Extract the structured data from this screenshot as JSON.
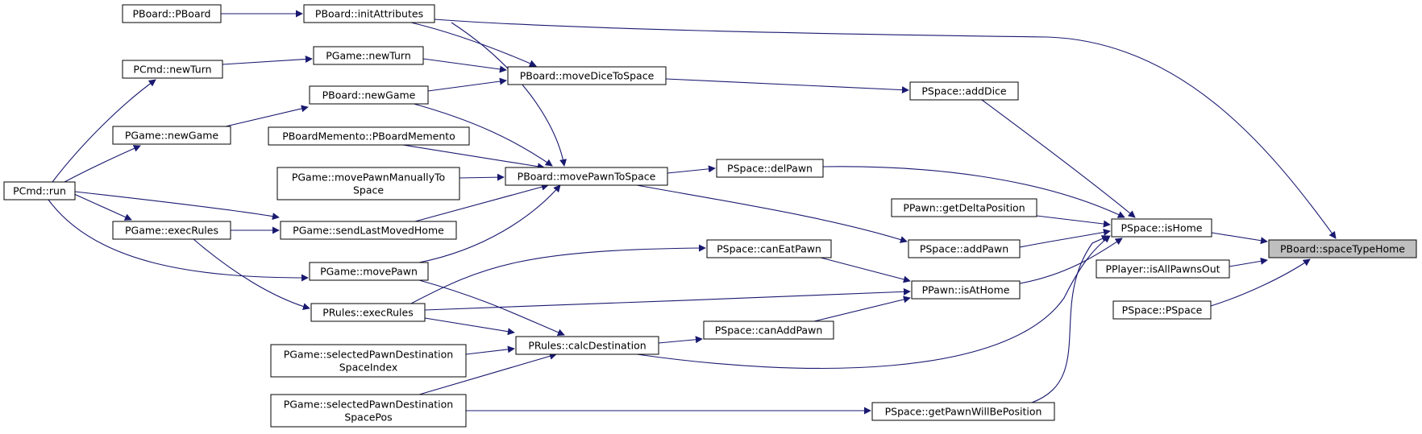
{
  "graph": {
    "edge_color": "#191970",
    "focus_fill": "#bfbfbf",
    "nodes": [
      {
        "id": "spaceTypeHome",
        "lines": [
          "PBoard::spaceTypeHome"
        ],
        "focus": true
      },
      {
        "id": "isHome",
        "lines": [
          "PSpace::isHome"
        ]
      },
      {
        "id": "isAllPawnsOut",
        "lines": [
          "PPlayer::isAllPawnsOut"
        ]
      },
      {
        "id": "pspace",
        "lines": [
          "PSpace::PSpace"
        ]
      },
      {
        "id": "initAttributes",
        "lines": [
          "PBoard::initAttributes"
        ]
      },
      {
        "id": "pboard",
        "lines": [
          "PBoard::PBoard"
        ]
      },
      {
        "id": "addDice",
        "lines": [
          "PSpace::addDice"
        ]
      },
      {
        "id": "delPawn",
        "lines": [
          "PSpace::delPawn"
        ]
      },
      {
        "id": "getDeltaPosition",
        "lines": [
          "PPawn::getDeltaPosition"
        ]
      },
      {
        "id": "addPawn",
        "lines": [
          "PSpace::addPawn"
        ]
      },
      {
        "id": "isAtHome",
        "lines": [
          "PPawn::isAtHome"
        ]
      },
      {
        "id": "getPawnWillBePosition",
        "lines": [
          "PSpace::getPawnWillBePosition"
        ]
      },
      {
        "id": "moveDiceToSpace",
        "lines": [
          "PBoard::moveDiceToSpace"
        ]
      },
      {
        "id": "movePawnToSpace",
        "lines": [
          "PBoard::movePawnToSpace"
        ]
      },
      {
        "id": "canEatPawn",
        "lines": [
          "PSpace::canEatPawn"
        ]
      },
      {
        "id": "canAddPawn",
        "lines": [
          "PSpace::canAddPawn"
        ]
      },
      {
        "id": "calcDestination",
        "lines": [
          "PRules::calcDestination"
        ]
      },
      {
        "id": "pgameNewTurn",
        "lines": [
          "PGame::newTurn"
        ]
      },
      {
        "id": "pboardNewGame",
        "lines": [
          "PBoard::newGame"
        ]
      },
      {
        "id": "memento",
        "lines": [
          "PBoardMemento::PBoardMemento"
        ]
      },
      {
        "id": "movePawnManually",
        "lines": [
          "PGame::movePawnManuallyTo",
          "Space"
        ]
      },
      {
        "id": "sendLastMovedHome",
        "lines": [
          "PGame::sendLastMovedHome"
        ]
      },
      {
        "id": "movePawn",
        "lines": [
          "PGame::movePawn"
        ]
      },
      {
        "id": "rulesExecRules",
        "lines": [
          "PRules::execRules"
        ]
      },
      {
        "id": "selIndex",
        "lines": [
          "PGame::selectedPawnDestination",
          "SpaceIndex"
        ]
      },
      {
        "id": "selPos",
        "lines": [
          "PGame::selectedPawnDestination",
          "SpacePos"
        ]
      },
      {
        "id": "cmdNewTurn",
        "lines": [
          "PCmd::newTurn"
        ]
      },
      {
        "id": "gameNewGame",
        "lines": [
          "PGame::newGame"
        ]
      },
      {
        "id": "gameExecRules",
        "lines": [
          "PGame::execRules"
        ]
      },
      {
        "id": "cmdRun",
        "lines": [
          "PCmd::run"
        ]
      }
    ],
    "edges": [
      [
        "isHome",
        "spaceTypeHome"
      ],
      [
        "isAllPawnsOut",
        "spaceTypeHome"
      ],
      [
        "pspace",
        "spaceTypeHome"
      ],
      [
        "initAttributes",
        "spaceTypeHome"
      ],
      [
        "pboard",
        "initAttributes"
      ],
      [
        "addDice",
        "isHome"
      ],
      [
        "delPawn",
        "isHome"
      ],
      [
        "getDeltaPosition",
        "isHome"
      ],
      [
        "addPawn",
        "isHome"
      ],
      [
        "isAtHome",
        "isHome"
      ],
      [
        "getPawnWillBePosition",
        "isHome"
      ],
      [
        "calcDestination",
        "isHome"
      ],
      [
        "moveDiceToSpace",
        "addDice"
      ],
      [
        "movePawnToSpace",
        "delPawn"
      ],
      [
        "movePawnToSpace",
        "addPawn"
      ],
      [
        "canEatPawn",
        "isAtHome"
      ],
      [
        "canAddPawn",
        "isAtHome"
      ],
      [
        "rulesExecRules",
        "isAtHome"
      ],
      [
        "calcDestination",
        "canAddPawn"
      ],
      [
        "rulesExecRules",
        "canEatPawn"
      ],
      [
        "selPos",
        "getPawnWillBePosition"
      ],
      [
        "initAttributes",
        "moveDiceToSpace"
      ],
      [
        "pgameNewTurn",
        "moveDiceToSpace"
      ],
      [
        "pboardNewGame",
        "moveDiceToSpace"
      ],
      [
        "initAttributes",
        "movePawnToSpace"
      ],
      [
        "pboardNewGame",
        "movePawnToSpace"
      ],
      [
        "memento",
        "movePawnToSpace"
      ],
      [
        "movePawnManually",
        "movePawnToSpace"
      ],
      [
        "sendLastMovedHome",
        "movePawnToSpace"
      ],
      [
        "movePawn",
        "movePawnToSpace"
      ],
      [
        "movePawn",
        "calcDestination"
      ],
      [
        "rulesExecRules",
        "calcDestination"
      ],
      [
        "selIndex",
        "calcDestination"
      ],
      [
        "selPos",
        "calcDestination"
      ],
      [
        "cmdNewTurn",
        "pgameNewTurn"
      ],
      [
        "gameNewGame",
        "pboardNewGame"
      ],
      [
        "gameExecRules",
        "sendLastMovedHome"
      ],
      [
        "gameExecRules",
        "rulesExecRules"
      ],
      [
        "cmdRun",
        "cmdNewTurn"
      ],
      [
        "cmdRun",
        "gameNewGame"
      ],
      [
        "cmdRun",
        "gameExecRules"
      ],
      [
        "cmdRun",
        "sendLastMovedHome"
      ],
      [
        "cmdRun",
        "movePawn"
      ]
    ]
  }
}
